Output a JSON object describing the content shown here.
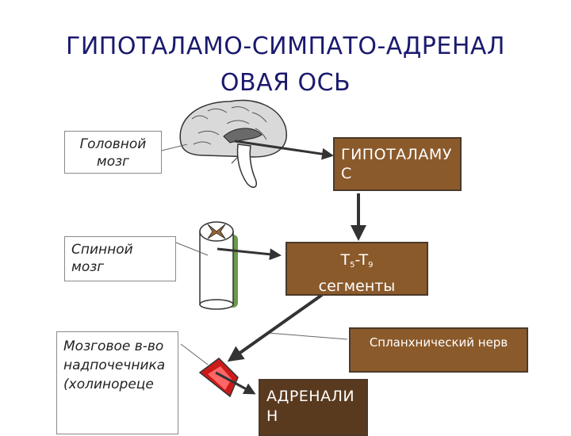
{
  "title": {
    "line1": "ГИПОТАЛАМО-СИМПАТО-АДРЕНАЛ",
    "line2": "ОВАЯ ОСЬ"
  },
  "labels": {
    "brain": "Головной мозг",
    "spinal": "Спинной мозг",
    "adrenal_medulla": "Мозговое в-во надпочечника (холинореце"
  },
  "boxes": {
    "hypothalamus": "ГИПОТАЛАМУС",
    "segments_t": "T",
    "segments_5": "5",
    "segments_dash": "-T",
    "segments_9": "9",
    "segments_word": "сегменты",
    "splanchnic": "Спланхнический нерв",
    "adrenaline": "АДРЕНАЛИН"
  },
  "colors": {
    "title": "#1a1a6e",
    "box_brown": "#8b5a2b",
    "box_dark": "#5a3a1e",
    "arrow": "#333333",
    "gland": "#cc1a1a"
  }
}
